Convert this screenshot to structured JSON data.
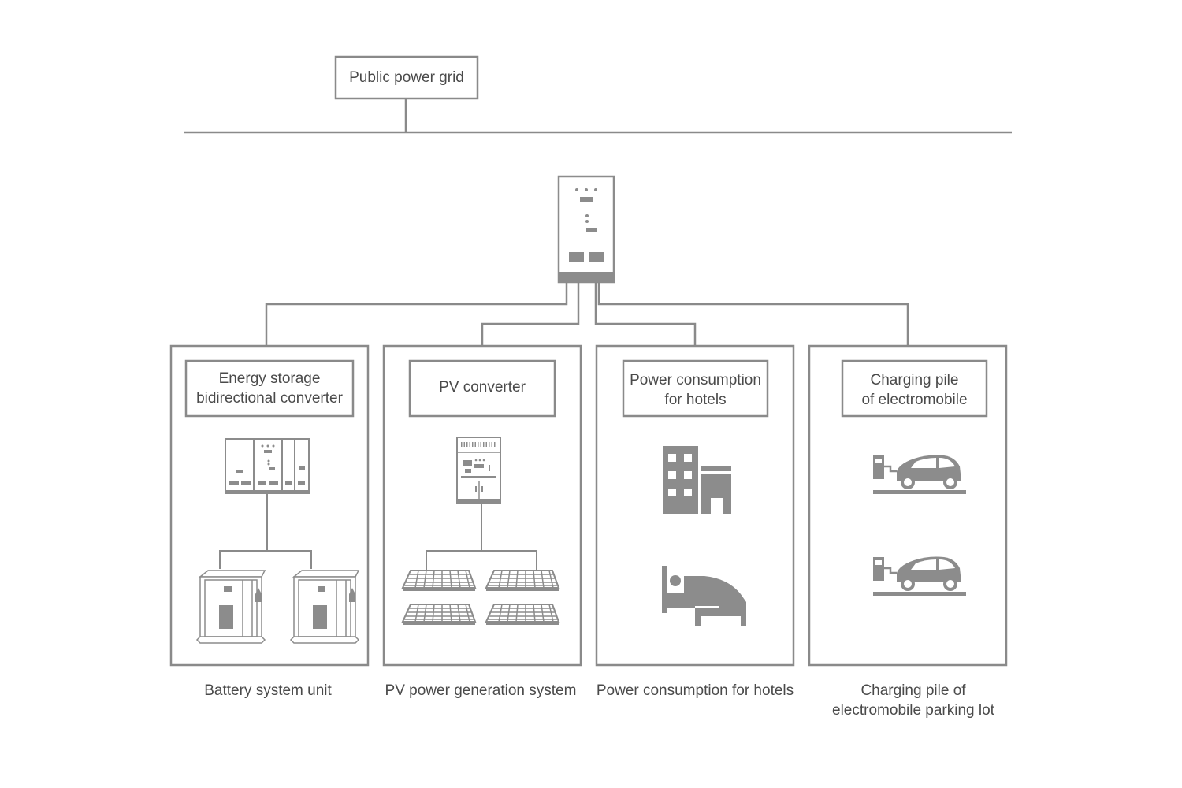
{
  "grid": {
    "label": "Public power grid"
  },
  "columns": [
    {
      "box_lines": [
        "Energy storage",
        "bidirectional converter"
      ],
      "caption_lines": [
        "Battery system unit"
      ]
    },
    {
      "box_lines": [
        "PV converter"
      ],
      "caption_lines": [
        "PV power generation system"
      ]
    },
    {
      "box_lines": [
        "Power consumption",
        "for hotels"
      ],
      "caption_lines": [
        "Power consumption for hotels"
      ]
    },
    {
      "box_lines": [
        "Charging pile",
        "of electromobile"
      ],
      "caption_lines": [
        "Charging pile of",
        "electromobile parking lot"
      ]
    }
  ],
  "colors": {
    "line": "#8a8a8a",
    "icon": "#8c8c8c",
    "text": "#4a4a4a"
  }
}
